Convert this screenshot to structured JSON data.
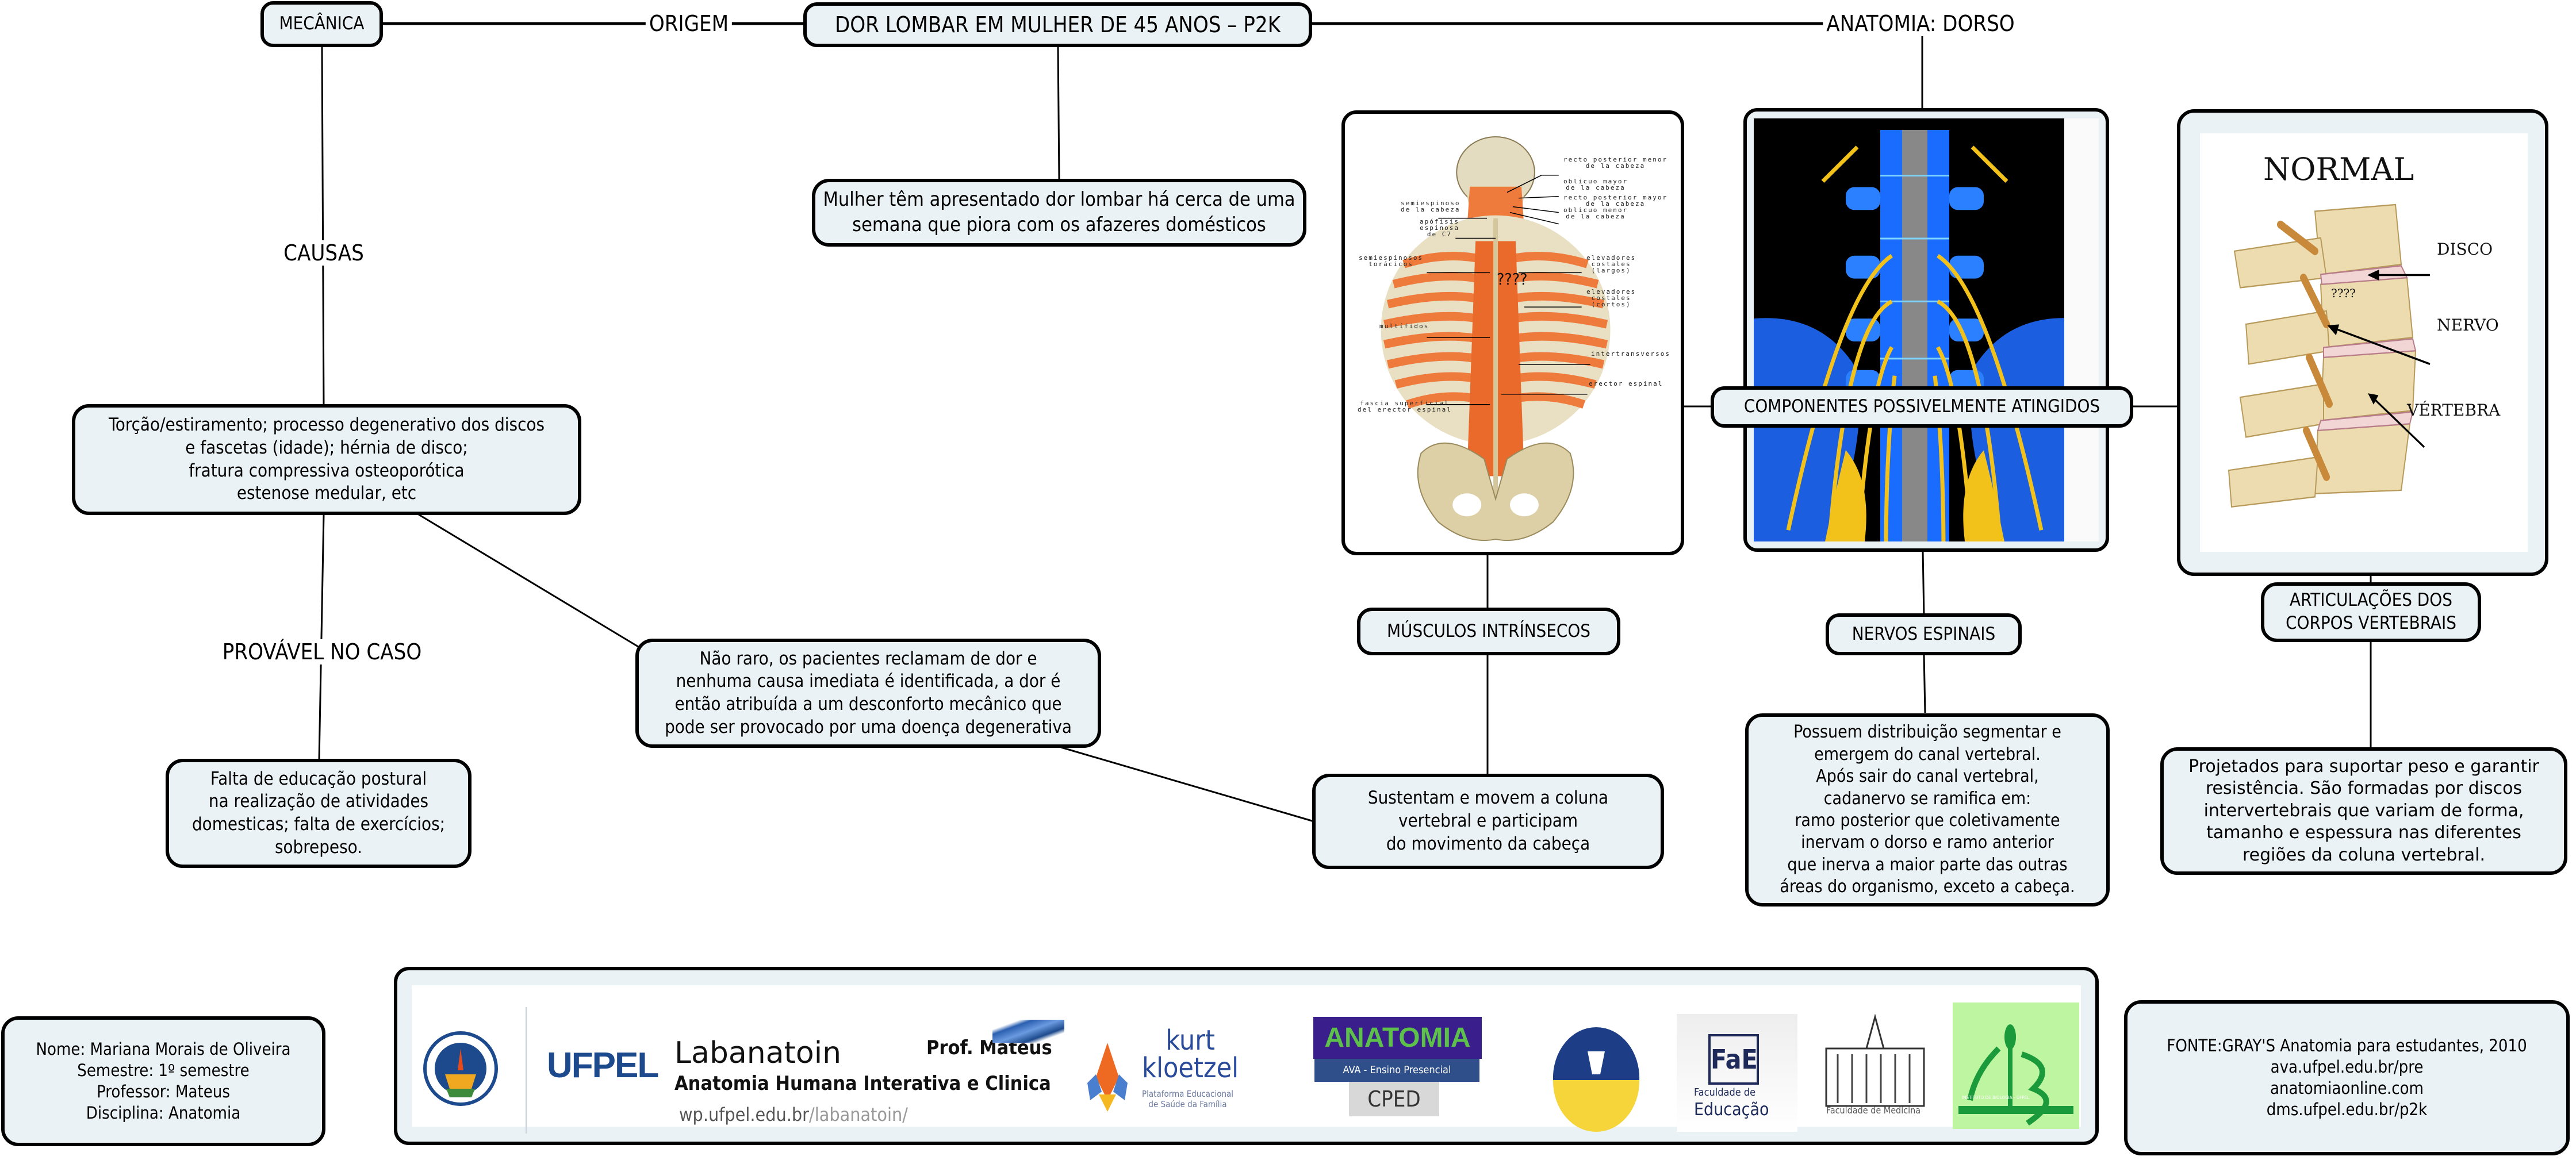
{
  "central": {
    "title": "DOR LOMBAR EM MULHER DE 45 ANOS – P2K"
  },
  "case_description": "Mulher têm apresentado dor lombar há cerca de uma\nsemana que piora com os afazeres domésticos",
  "left_branch": {
    "link_label": "ORIGEM",
    "origin_node": "MECÂNICA",
    "causes_label": "CAUSAS",
    "causes_node": "Torção/estiramento; processo degenerativo dos discos\ne fascetas (idade); hérnia de disco;\nfratura compressiva osteoporótica\nestenose medular, etc",
    "probable_label": "PROVÁVEL NO CASO",
    "probable_node": "Falta de educação postural\nna realização de atividades\ndomesticas; falta de exercícios;\nsobrepeso.",
    "mechanical_note": "Não raro, os pacientes reclamam de dor e\nnenhuma causa imediata é identificada, a dor é\nentão atribuída a um desconforto mecânico que\npode ser provocado por uma doença degenerativa"
  },
  "right_branch": {
    "link_label": "ANATOMIA: DORSO",
    "hub_node": "COMPONENTES POSSIVELMENTE ATINGIDOS",
    "muscles": {
      "title": "MÚSCULOS INTRÍNSECOS",
      "description": "Sustentam e movem a coluna\nvertebral e participam\ndo movimento da  cabeça",
      "image_question": "????",
      "image_labels": {
        "recto_menor": "recto posterior menor\nde la cabeza",
        "oblicuo_mayor": "oblicuo mayor\nde la cabeza",
        "recto_mayor": "recto posterior mayor\nde la cabeza",
        "oblicuo_menor": "oblicuo menor\nde la cabeza",
        "semiespinoso": "semiespinoso\nde la cabeza",
        "apofisis": "apófisis\nespinosa\nde C7",
        "semiespinosos_tor": "semiespinosos\ntorácicos",
        "elev_largos": "elevadores\ncostales\n(largos)",
        "elev_cortos": "elevadores\ncostales\n(cortos)",
        "multifidos": "multífidos",
        "intertransversos": "intertransversos",
        "erector": "erector espinal",
        "fascia": "fascia superficial\ndel erector espinal"
      }
    },
    "nerves": {
      "title": "NERVOS ESPINAIS",
      "description": "Possuem distribuição segmentar e\nemergem do canal vertebral.\nApós sair do canal vertebral,\ncadanervo se ramifica em:\nramo posterior que coletivamente\ninervam o dorso e ramo anterior\nque inerva a maior parte das outras\náreas do organismo, exceto a cabeça."
    },
    "joints": {
      "title": "ARTICULAÇÕES DOS\nCORPOS VERTEBRAIS",
      "description": "Projetados para suportar peso e garantir\nresistência. São formadas por discos\nintervertebrais que variam de forma,\ntamanho e espessura nas diferentes\nregiões da coluna vertebral.",
      "image_title": "NORMAL",
      "image_labels": {
        "disco": "DISCO",
        "nervo": "NERVO",
        "vertebra": "VÉRTEBRA",
        "question": "????"
      }
    }
  },
  "footer": {
    "student_info": "Nome: Mariana Morais de Oliveira\nSemestre: 1º semestre\nProfessor: Mateus\nDisciplina: Anatomia",
    "sources": "FONTE:GRAY'S Anatomia para estudantes, 2010\nava.ufpel.edu.br/pre\nanatomiaonline.com\ndms.ufpel.edu.br/p2k",
    "logos": {
      "ufpel": "UFPEL",
      "labanatoin_title": "Labanatoin",
      "labanatoin_prof": "Prof. Mateus",
      "labanatoin_sub": "Anatomia Humana Interativa e Clinica",
      "labanatoin_url_a": "wp.ufpel.edu.br",
      "labanatoin_url_b": "/labanatoin/",
      "kurt_1": "kurt",
      "kurt_2": "kloetzel",
      "kurt_sub": "Plataforma Educacional\nde Saúde da Família",
      "anatomia": "ANATOMIA",
      "anatomia_sub": "AVA - Ensino Presencial",
      "cped": "CPED",
      "fae_sub1": "Faculdade de",
      "fae_sub2": "Educação",
      "medicina": "Faculdade de Medicina",
      "ib_caption": "INSTITUTO DE BIOLOGIA - UFPEL"
    }
  },
  "colors": {
    "node_fill": "#eaf2f5",
    "border": "#000000",
    "ufpel_blue": "#1d4a8c",
    "muscle_orange": "#f07a3a",
    "nerve_blue": "#1a6cff",
    "nerve_yellow": "#f2c21b"
  }
}
